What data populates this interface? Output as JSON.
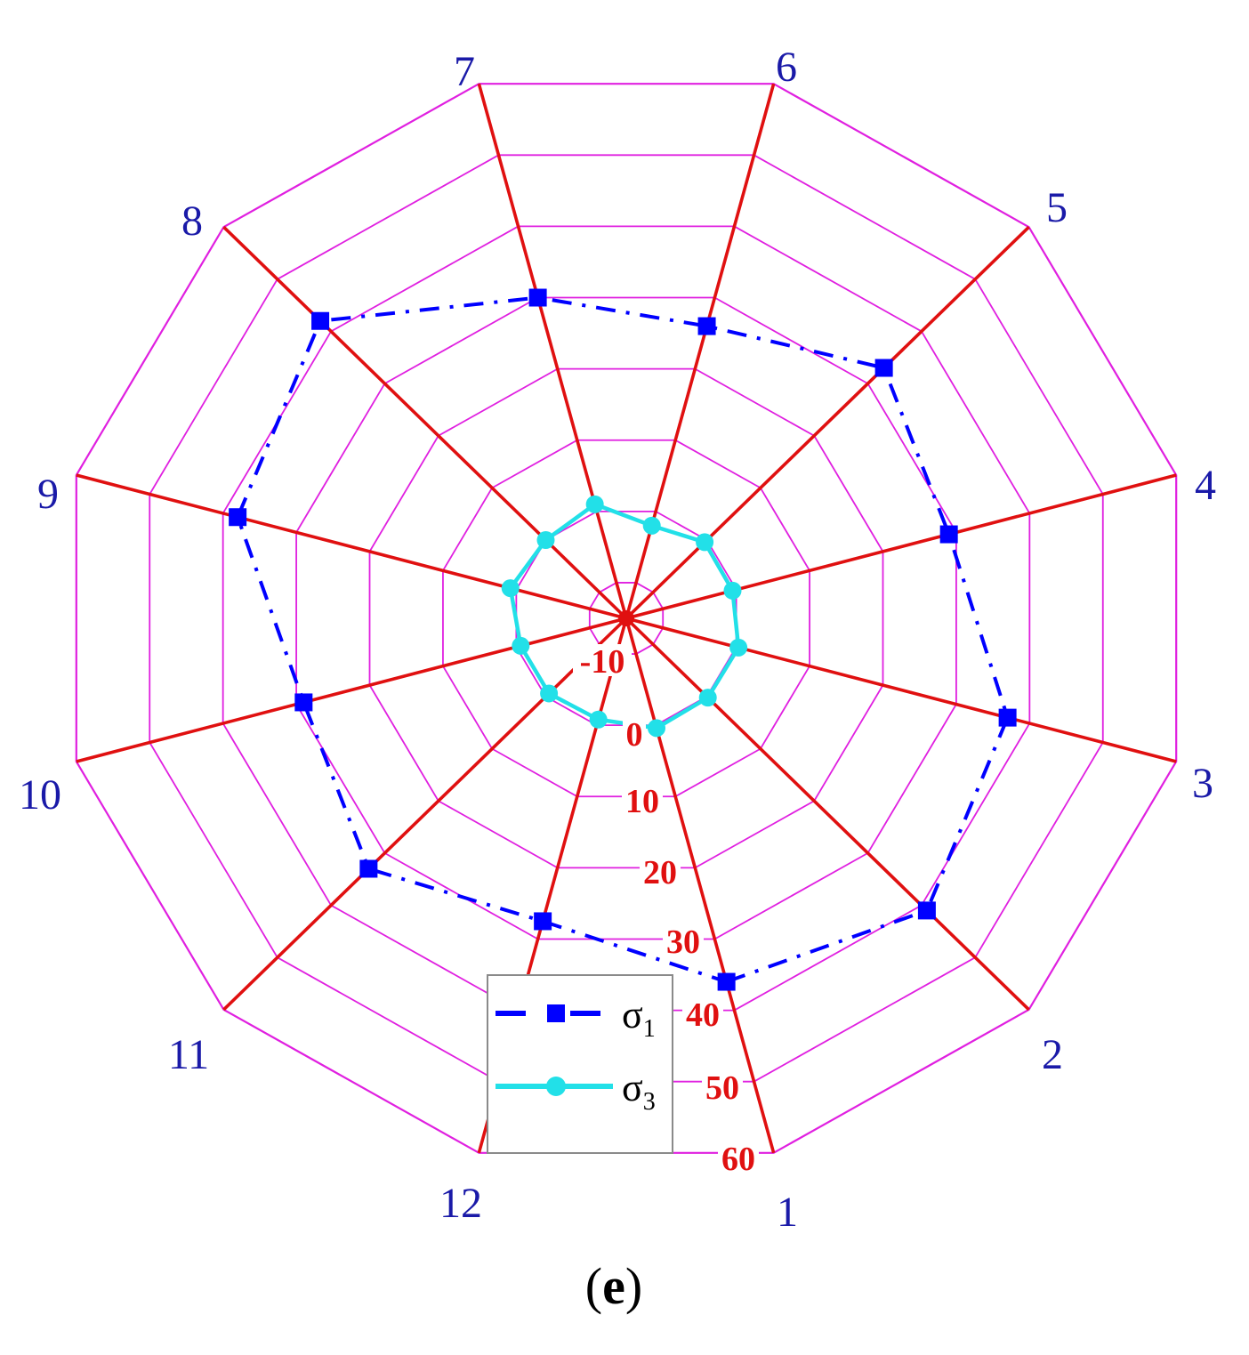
{
  "chart_data": {
    "type": "radar",
    "title": "",
    "categories": [
      "1",
      "2",
      "3",
      "4",
      "5",
      "6",
      "7",
      "8",
      "9",
      "10",
      "11",
      "12"
    ],
    "radial_axis": {
      "min": -15,
      "max": 60,
      "ticks": [
        -10,
        0,
        10,
        20,
        30,
        40,
        50,
        60
      ],
      "tick_labels": [
        "-10",
        "0",
        "10",
        "20",
        "30",
        "40",
        "50",
        "60"
      ]
    },
    "series": [
      {
        "name": "σ1",
        "label_base": "σ",
        "label_sub": "1",
        "color": "#0000ff",
        "line_style": "dash-dot",
        "marker": "square",
        "values": [
          36,
          41,
          37,
          29,
          33,
          26,
          30,
          42,
          38,
          29,
          33,
          27.5
        ]
      },
      {
        "name": "σ3",
        "label_base": "σ",
        "label_sub": "3",
        "color": "#22e0e8",
        "line_style": "solid",
        "marker": "circle",
        "values": [
          0.4,
          0.2,
          0.3,
          -0.5,
          -0.4,
          -2,
          1,
          0,
          0.8,
          -0.6,
          -0.6,
          -0.8
        ]
      }
    ],
    "grid": {
      "shape": "dodecagon",
      "ring_color": "#e020e0",
      "spoke_color": "#e01010"
    },
    "legend_position": "bottom-center",
    "caption": "(e)"
  },
  "caption": {
    "open": "(",
    "letter": "e",
    "close": ")"
  },
  "legend": {
    "items": [
      {
        "base": "σ",
        "sub": "1"
      },
      {
        "base": "σ",
        "sub": "3"
      }
    ]
  }
}
